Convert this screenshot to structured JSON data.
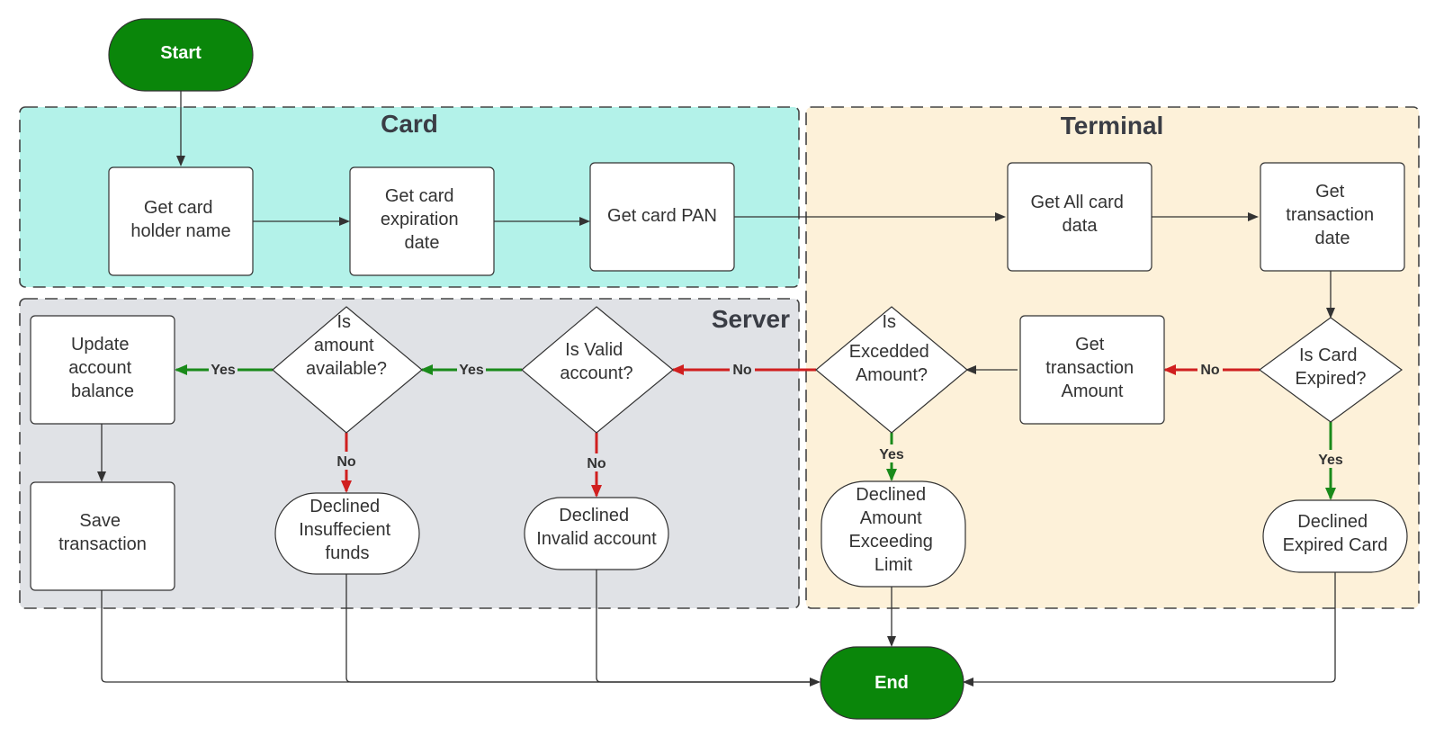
{
  "lanes": {
    "card": {
      "title": "Card",
      "fill": "#b3f2e9"
    },
    "terminal": {
      "title": "Terminal",
      "fill": "#fdf1d9"
    },
    "server": {
      "title": "Server",
      "fill": "#e0e2e6"
    }
  },
  "terminals": {
    "start": "Start",
    "end": "End",
    "color": "#0a860a"
  },
  "nodes": {
    "get_holder_name": [
      "Get card",
      "holder name"
    ],
    "get_expiration": [
      "Get card",
      "expiration",
      "date"
    ],
    "get_pan": [
      "Get card PAN"
    ],
    "get_all_data": [
      "Get All card",
      "data"
    ],
    "get_tx_date": [
      "Get",
      "transaction",
      "date"
    ],
    "is_card_expired": [
      "Is Card",
      "Expired?"
    ],
    "get_tx_amount": [
      "Get",
      "transaction",
      "Amount"
    ],
    "is_exceeded": [
      "Is",
      "Excedded",
      "Amount?"
    ],
    "is_valid_account": [
      "Is Valid",
      "account?"
    ],
    "is_amount_available": [
      "Is",
      "amount",
      "available?"
    ],
    "update_balance": [
      "Update",
      "account",
      "balance"
    ],
    "save_tx": [
      "Save",
      "transaction"
    ],
    "declined_funds": [
      "Declined",
      "Insuffecient",
      "funds"
    ],
    "declined_invalid": [
      "Declined",
      "Invalid account"
    ],
    "declined_limit": [
      "Declined",
      "Amount",
      "Exceeding",
      "Limit"
    ],
    "declined_expired": [
      "Declined",
      "Expired Card"
    ]
  },
  "edge_labels": {
    "yes_update": "Yes",
    "yes_available": "Yes",
    "no_valid": "No",
    "no_expired": "No",
    "no_funds": "No",
    "no_invalid": "No",
    "yes_limit": "Yes",
    "yes_expired": "Yes"
  },
  "colors": {
    "yes": "#1a8a1a",
    "no": "#d01f1f",
    "line": "#333333"
  }
}
